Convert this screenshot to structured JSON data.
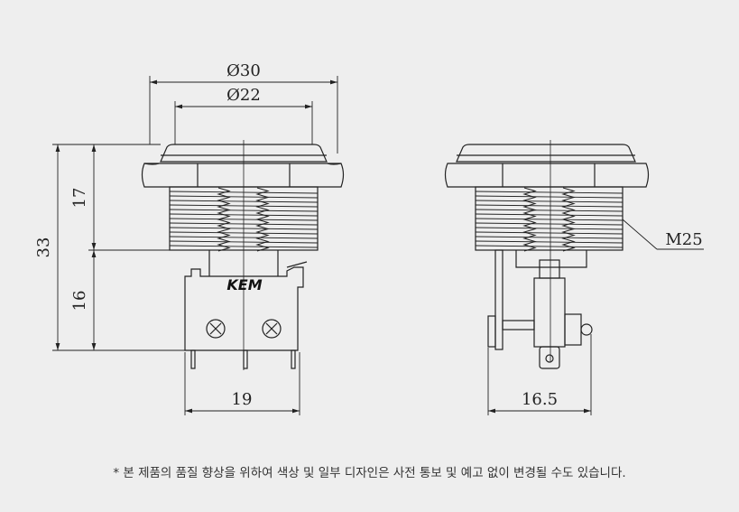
{
  "brand_logo": "KEM",
  "dimensions": {
    "outer_diameter": "Ø30",
    "inner_diameter": "Ø22",
    "total_height": "33",
    "upper_height": "17",
    "lower_height": "16",
    "front_width": "19",
    "side_width": "16.5",
    "thread": "M25"
  },
  "footnote": "* 본 제품의 품질 향상을 위하여 색상 및 일부 디자인은 사전 통보 및 예고 없이 변경될 수도 있습니다."
}
